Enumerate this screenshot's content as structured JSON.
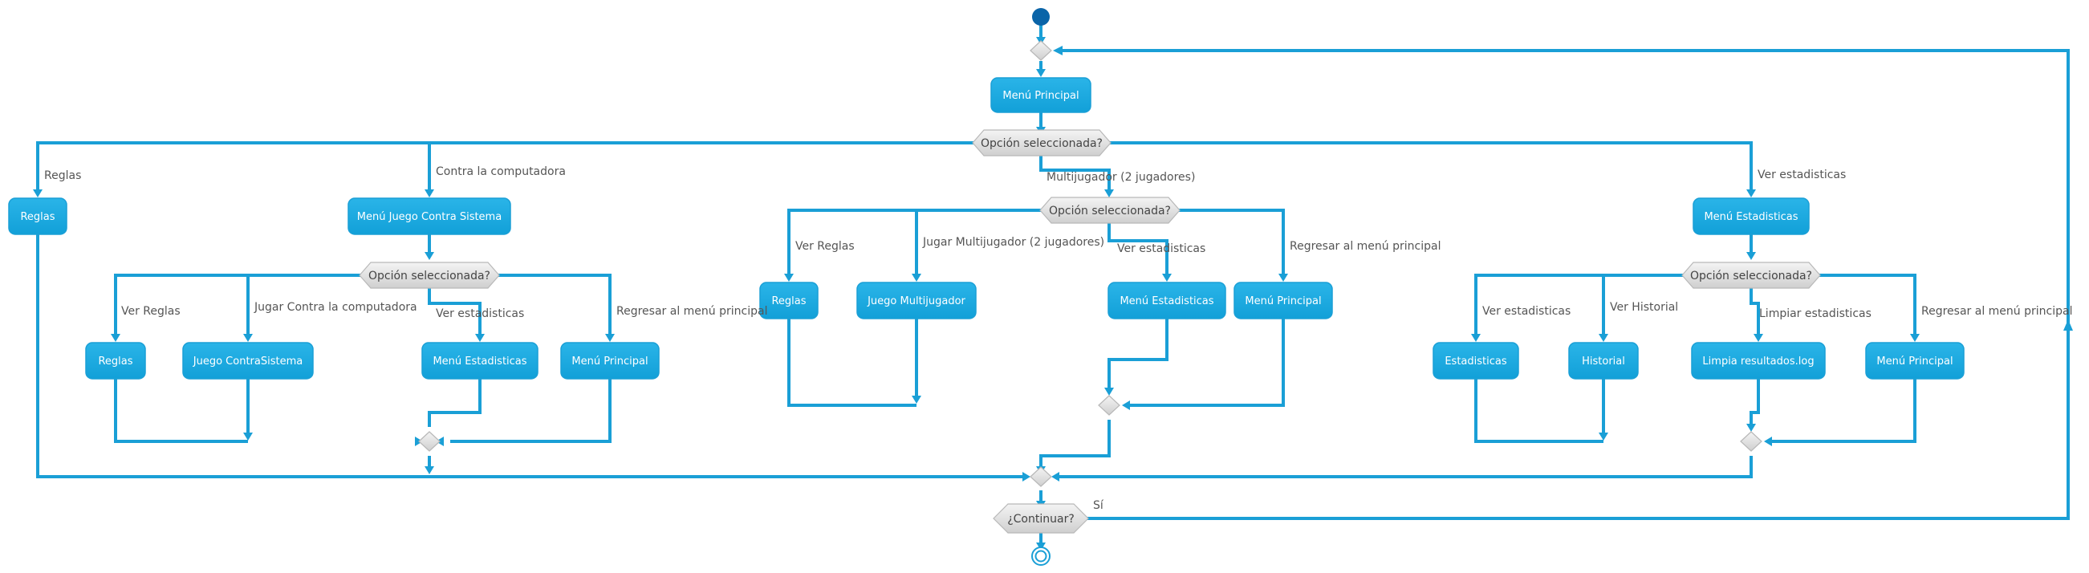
{
  "colors": {
    "edge": "#1a9fd6",
    "activity": "#1ea9e0",
    "activity_text": "#ffffff",
    "decision_fill": "#e6e6e6",
    "start_node": "#0a64a8"
  },
  "nodes": {
    "menu_principal": "Menú Principal",
    "q_main": "Opción seleccionada?",
    "reglas_main": "Reglas",
    "menu_contra_sistema": "Menú Juego Contra Sistema",
    "q_contra": "Opción seleccionada?",
    "reglas_contra": "Reglas",
    "juego_contrasistema": "Juego ContraSistema",
    "menu_estadisticas_contra": "Menú Estadisticas",
    "menu_principal_contra": "Menú Principal",
    "q_multi": "Opción seleccionada?",
    "reglas_multi": "Reglas",
    "juego_multijugador": "Juego Multijugador",
    "menu_estadisticas_multi": "Menú  Estadisticas",
    "menu_principal_multi": "Menú Principal",
    "menu_estadisticas_main": "Menú Estadisticas",
    "q_stats": "Opción seleccionada?",
    "estadisticas": "Estadisticas",
    "historial": "Historial",
    "limpia_resultados": "Limpia resultados.log",
    "menu_principal_stats": "Menú Principal",
    "q_continuar": "¿Continuar?"
  },
  "edge_labels": {
    "main_reglas": "Reglas",
    "main_contra": "Contra la computadora",
    "main_multi": "Multijugador (2 jugadores)",
    "main_stats": "Ver estadisticas",
    "contra_reglas": "Ver Reglas",
    "contra_jugar": "Jugar Contra la computadora",
    "contra_stats": "Ver estadisticas",
    "contra_regresar": "Regresar al menú principal",
    "multi_reglas": "Ver Reglas",
    "multi_jugar": "Jugar Multijugador (2 jugadores)",
    "multi_stats": "Ver estadisticas",
    "multi_regresar": "Regresar al menú principal",
    "stats_ver": "Ver estadisticas",
    "stats_historial": "Ver Historial",
    "stats_limpiar": "Limpiar estadisticas",
    "stats_regresar": "Regresar al menú principal",
    "continuar_si": "Sí"
  }
}
